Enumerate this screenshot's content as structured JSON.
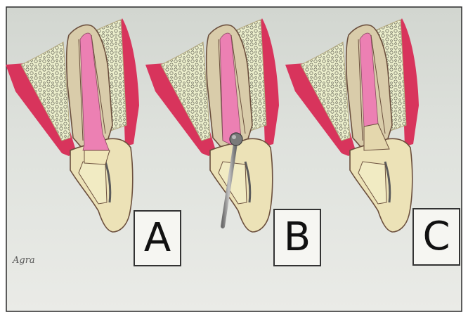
{
  "panels": [
    {
      "label": "A"
    },
    {
      "label": "B"
    },
    {
      "label": "C"
    }
  ],
  "credit": "Agra",
  "colors": {
    "background_top": "#d9dcd7",
    "background_bottom": "#e9eae6",
    "gingiva": "#d8345c",
    "pulp": "#ec80b3",
    "bone": "#edf0cd",
    "dentin": "#d9ccaa",
    "crown": "#ece2b7",
    "filling": "#f1ebc3",
    "instrument": "#8f8f8f"
  }
}
